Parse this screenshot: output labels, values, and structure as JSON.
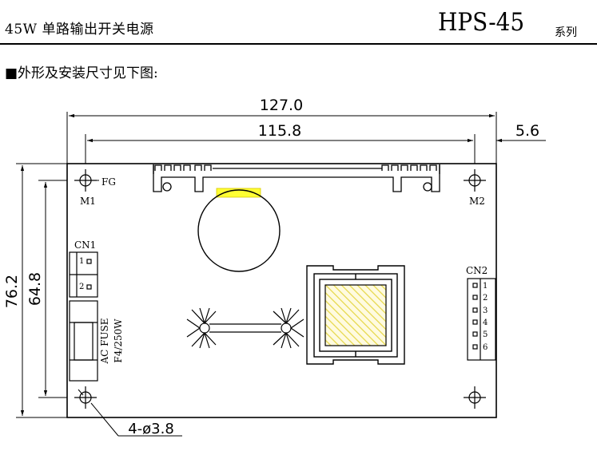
{
  "header": {
    "product_title": "45W 单路输出开关电源",
    "model": "HPS-45",
    "series_label": "系列"
  },
  "section_title": "■外形及安装尺寸见下图:",
  "dimensions": {
    "overall_width": "127.0",
    "hole_spacing_x": "115.8",
    "hole_offset": "5.6",
    "overall_height": "76.2",
    "hole_spacing_y": "64.8",
    "mounting_holes": "4-ø3.8"
  },
  "labels": {
    "fg": "FG",
    "m1": "M1",
    "m2": "M2",
    "cn1": "CN1",
    "cn2": "CN2",
    "cn1_pins": [
      "1",
      "2"
    ],
    "cn2_pins": [
      "1",
      "2",
      "3",
      "4",
      "5",
      "6"
    ],
    "fuse_line1": "AC FUSE",
    "fuse_line2": "F4/250W"
  },
  "colors": {
    "line": "#000000",
    "highlight_yellow": "#ffff33",
    "hatch_yellow": "#e8e060"
  }
}
